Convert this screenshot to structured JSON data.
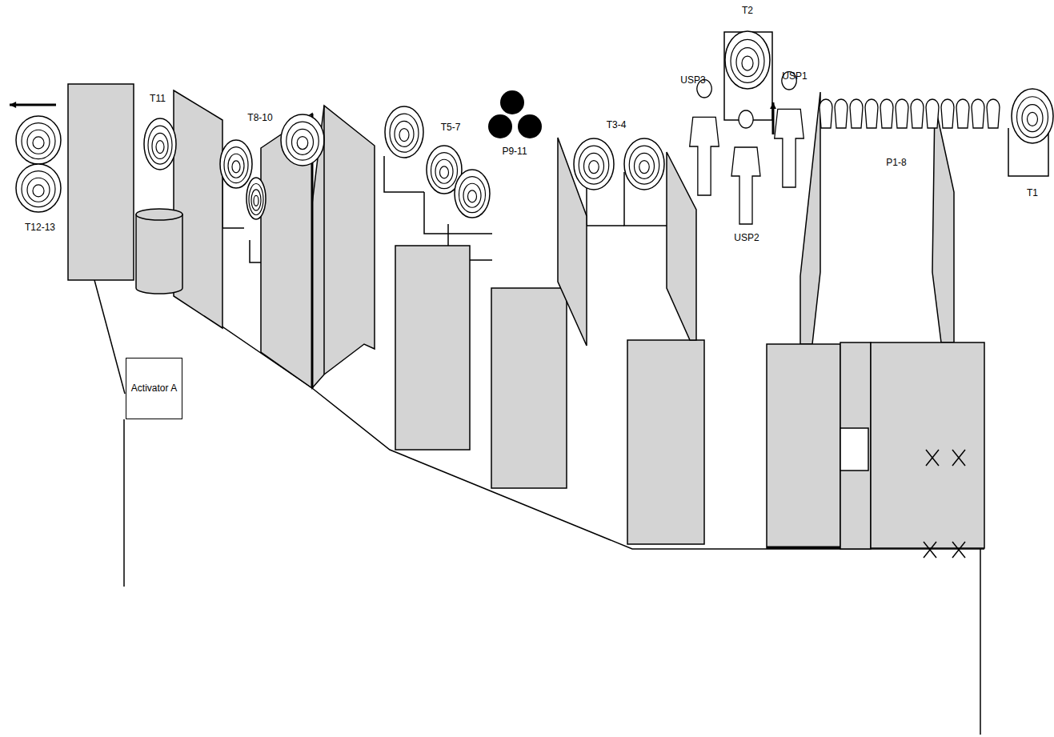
{
  "diagram": {
    "nodes": [
      {
        "text": [
          "Activator A"
        ]
      }
    ],
    "labels": [
      "T12-13",
      "T11",
      "T8-10",
      "T5-7",
      "P9-11",
      "T3-4",
      "USP3",
      "T2",
      "USP1",
      "USP2",
      "P1-8",
      "T1"
    ]
  }
}
